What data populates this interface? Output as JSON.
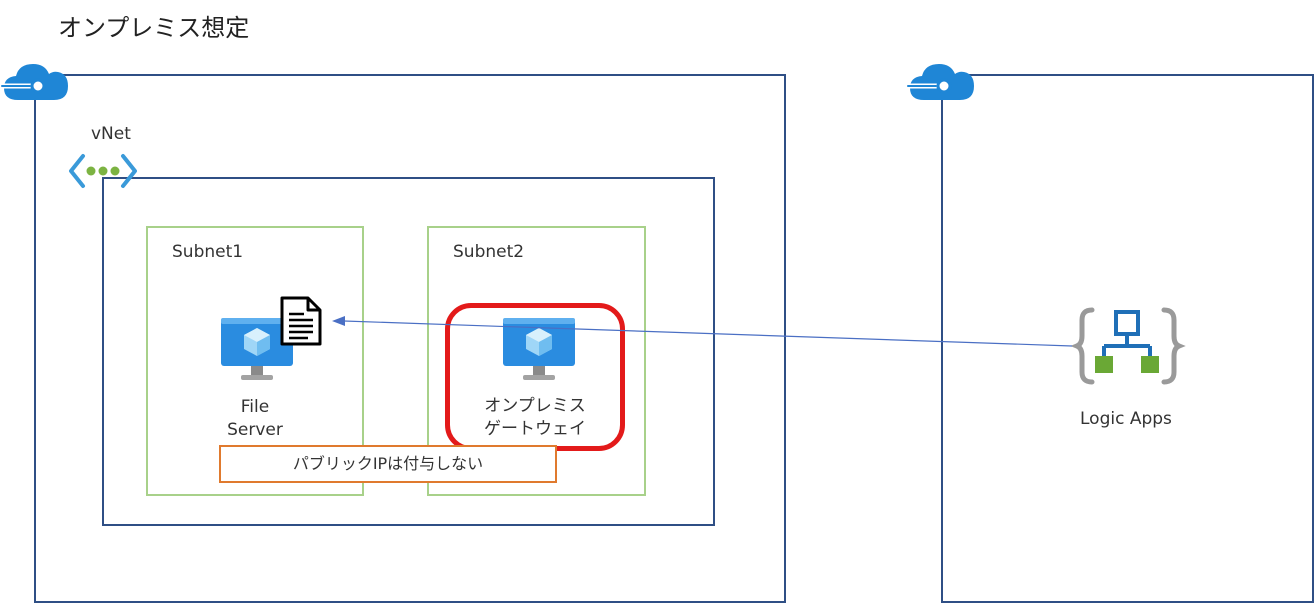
{
  "title": "オンプレミス想定",
  "vnet": {
    "label": "vNet"
  },
  "subnets": [
    {
      "label": "Subnet1"
    },
    {
      "label": "Subnet2"
    }
  ],
  "file_server": {
    "line1": "File",
    "line2": "Server"
  },
  "gateway": {
    "line1": "オンプレミス",
    "line2": "ゲートウェイ"
  },
  "logic_apps": {
    "label": "Logic Apps"
  },
  "note": "パブリックIPは付与しない",
  "icons": [
    "cloud-icon",
    "vnet-icon",
    "virtual-machine-icon",
    "document-icon",
    "logic-apps-icon"
  ],
  "colors": {
    "frame": "#2f4f85",
    "subnet": "#a8d18a",
    "note_border": "#e07a2e",
    "highlight": "#e31a1a",
    "azure_blue": "#1f86d6",
    "arrow": "#4a6fc4"
  }
}
